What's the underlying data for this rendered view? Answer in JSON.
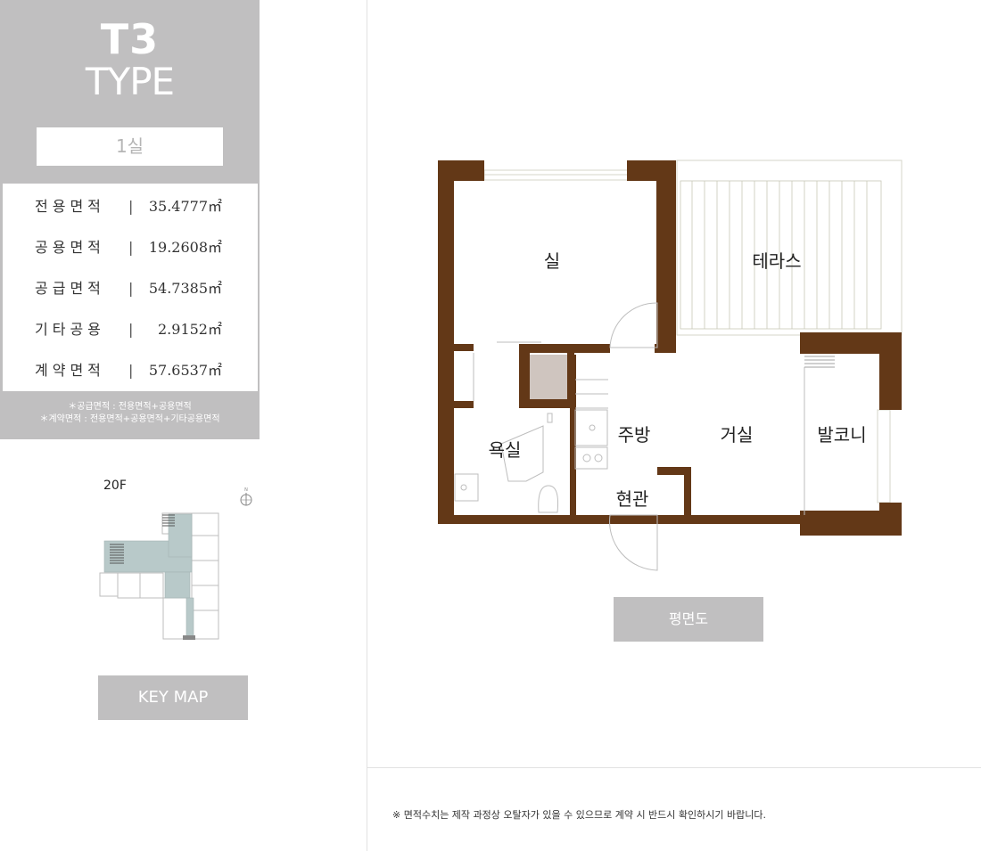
{
  "unit": {
    "code": "T3",
    "type_word": "TYPE",
    "room_count": "1실"
  },
  "areas": [
    {
      "label": "전용면적",
      "sep": "|",
      "value": "35.4777㎡"
    },
    {
      "label": "공용면적",
      "sep": "|",
      "value": "19.2608㎡"
    },
    {
      "label": "공급면적",
      "sep": "|",
      "value": "54.7385㎡"
    },
    {
      "label": "기타공용",
      "sep": "|",
      "value": "2.9152㎡"
    },
    {
      "label": "계약면적",
      "sep": "|",
      "value": "57.6537㎡"
    }
  ],
  "notes": [
    "＊공급면적 : 전용면적+공용면적",
    "＊계약면적 : 전용면적+공용면적+기타공용면적"
  ],
  "keymap": {
    "floor": "20F",
    "compass": "N",
    "button_label": "KEY MAP"
  },
  "floor_plan": {
    "rooms": {
      "room": "실",
      "terrace": "테라스",
      "bathroom": "욕실",
      "kitchen": "주방",
      "living": "거실",
      "balcony": "발코니",
      "entrance": "현관"
    },
    "button_label": "평면도",
    "colors": {
      "wall": "#633817",
      "closet": "#cfc5bf",
      "panel": "#c0bfc0",
      "keymap_highlight": "#b8c9c9"
    }
  },
  "disclaimer": "※ 면적수치는 제작 과정상 오탈자가 있을 수 있으므로 계약 시 반드시 확인하시기 바랍니다."
}
